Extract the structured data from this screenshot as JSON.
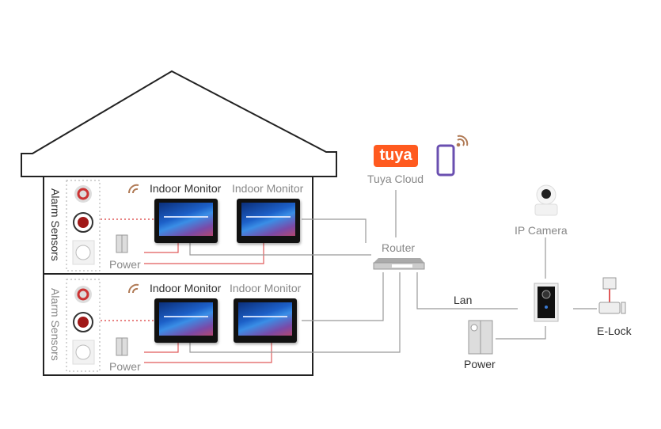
{
  "title": "Smart video intercom system connection diagram",
  "house": {
    "floors": [
      {
        "sensors_label": "Alarm Sensors",
        "monitor_labels": [
          "Indoor Monitor",
          "Indoor Monitor"
        ],
        "power_label": "Power"
      },
      {
        "sensors_label": "Alarm Sensors",
        "monitor_labels": [
          "Indoor Monitor",
          "Indoor Monitor"
        ],
        "power_label": "Power"
      }
    ]
  },
  "network": {
    "tuya_logo": "tuya",
    "tuya_cloud_label": "Tuya Cloud",
    "router_label": "Router",
    "lan_label": "Lan"
  },
  "outdoor": {
    "ip_camera_label": "IP Camera",
    "power_label": "Power",
    "elock_label": "E-Lock"
  },
  "colors": {
    "wire_power": "#e05a5a",
    "wire_network": "#999999",
    "tuya_brand": "#ff5a1f",
    "phone": "#6a4fb0",
    "wifi": "#b07a55"
  }
}
